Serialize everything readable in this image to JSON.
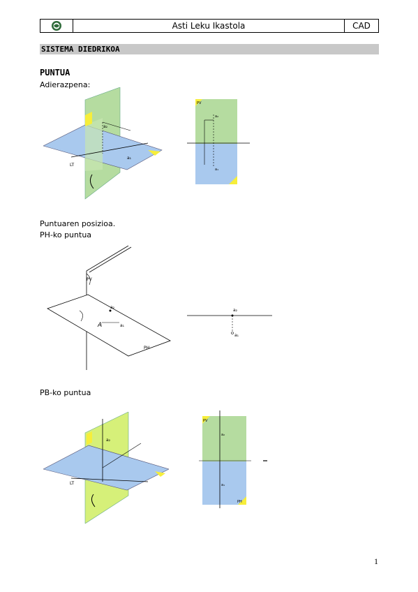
{
  "header": {
    "logo_icon": "school-emblem-icon",
    "title": "Asti Leku Ikastola",
    "subject": "CAD"
  },
  "section_title": "SISTEMA DIEDRIKOA",
  "heading": "PUNTUA",
  "texts": {
    "representation": "Adierazpena:",
    "position": "Puntuaren posizioa.",
    "ph_point": "PH-ko puntua",
    "pb_point": "PB-ko puntua"
  },
  "figure_labels": {
    "quadrant_pv": "PV",
    "quadrant_ph": "PH",
    "ground_line": "LT",
    "point_a": "A",
    "a_v": "a₂",
    "a_h": "a₁"
  },
  "colors": {
    "blue_plane": "#a9c9ee",
    "green_plane": "#b5dca0",
    "yellow_quadrant": "#f6ee3a",
    "section_bar": "#c8c8c8"
  },
  "page_number": "1"
}
